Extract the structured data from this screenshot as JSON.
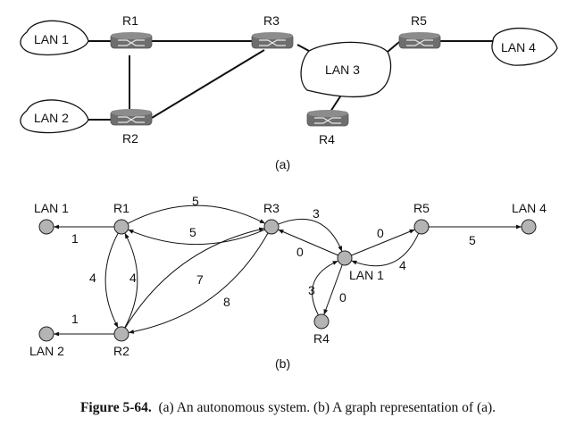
{
  "part_a": {
    "label": "(a)",
    "lans": [
      {
        "id": "lan1",
        "label": "LAN 1"
      },
      {
        "id": "lan2",
        "label": "LAN 2"
      },
      {
        "id": "lan3",
        "label": "LAN 3"
      },
      {
        "id": "lan4",
        "label": "LAN 4"
      }
    ],
    "routers": [
      {
        "id": "r1",
        "label": "R1"
      },
      {
        "id": "r2",
        "label": "R2"
      },
      {
        "id": "r3",
        "label": "R3"
      },
      {
        "id": "r4",
        "label": "R4"
      },
      {
        "id": "r5",
        "label": "R5"
      }
    ],
    "links": [
      [
        "lan1",
        "r1"
      ],
      [
        "r1",
        "r3"
      ],
      [
        "r1",
        "r2"
      ],
      [
        "lan2",
        "r2"
      ],
      [
        "r2",
        "r3"
      ],
      [
        "r3",
        "lan3"
      ],
      [
        "lan3",
        "r5"
      ],
      [
        "r5",
        "lan4"
      ],
      [
        "lan3",
        "r4"
      ]
    ]
  },
  "part_b": {
    "label": "(b)",
    "nodes": [
      {
        "id": "lan1",
        "label": "LAN 1"
      },
      {
        "id": "r1",
        "label": "R1"
      },
      {
        "id": "r3",
        "label": "R3"
      },
      {
        "id": "lanc",
        "label": "LAN 1"
      },
      {
        "id": "r5",
        "label": "R5"
      },
      {
        "id": "lan4",
        "label": "LAN 4"
      },
      {
        "id": "r4",
        "label": "R4"
      },
      {
        "id": "r2",
        "label": "R2"
      },
      {
        "id": "lan2",
        "label": "LAN 2"
      }
    ],
    "edges": [
      {
        "from": "r1",
        "to": "lan1",
        "weight": "1"
      },
      {
        "from": "r1",
        "to": "r3",
        "weight": "5"
      },
      {
        "from": "r3",
        "to": "r1",
        "weight": "5"
      },
      {
        "from": "r1",
        "to": "r2",
        "weight": "4"
      },
      {
        "from": "r2",
        "to": "r1",
        "weight": "4"
      },
      {
        "from": "r2",
        "to": "lan2",
        "weight": "1"
      },
      {
        "from": "r2",
        "to": "r3",
        "weight": "7"
      },
      {
        "from": "r3",
        "to": "r2",
        "weight": "8"
      },
      {
        "from": "r3",
        "to": "lanc",
        "weight": "3"
      },
      {
        "from": "lanc",
        "to": "r3",
        "weight": "0"
      },
      {
        "from": "lanc",
        "to": "r5",
        "weight": "0"
      },
      {
        "from": "r5",
        "to": "lanc",
        "weight": "4"
      },
      {
        "from": "lanc",
        "to": "r4",
        "weight": "0"
      },
      {
        "from": "r4",
        "to": "lanc",
        "weight": "3"
      },
      {
        "from": "r5",
        "to": "lan4",
        "weight": "5"
      }
    ]
  },
  "caption": {
    "figure_label": "Figure 5-64.",
    "text": "(a) An autonomous system. (b) A graph representation of (a)."
  }
}
